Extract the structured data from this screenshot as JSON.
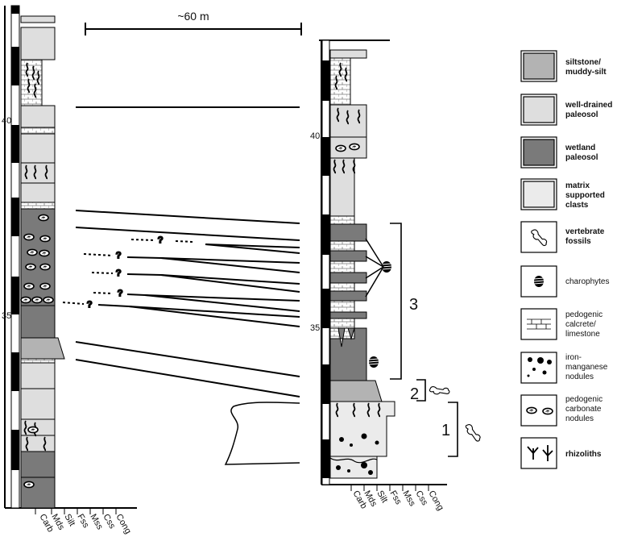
{
  "scale_bar": {
    "label": "~60 m"
  },
  "left_section": {
    "height_marks": [
      "40",
      "35"
    ],
    "grain_axis": [
      "Carb",
      "Mds",
      "Silt",
      "Fss",
      "Mss",
      "Css",
      "Cong"
    ]
  },
  "right_section": {
    "height_marks": [
      "40",
      "35"
    ],
    "grain_axis": [
      "Carb",
      "Mds",
      "Silt",
      "Fss",
      "Mss",
      "Css",
      "Cong"
    ],
    "units": [
      "3",
      "2",
      "1"
    ]
  },
  "correlation": {
    "uncertain_mark": "?"
  },
  "legend": {
    "items": [
      {
        "id": "siltstone",
        "lines": [
          "siltstone/",
          "muddy-silt"
        ],
        "bold": true,
        "color": "#b3b3b3"
      },
      {
        "id": "well-drained-paleosol",
        "lines": [
          "well-drained",
          "paleosol"
        ],
        "bold": true,
        "color": "#dedede"
      },
      {
        "id": "wetland-paleosol",
        "lines": [
          "wetland",
          "paleosol"
        ],
        "bold": true,
        "color": "#7a7a7a"
      },
      {
        "id": "matrix-supported-clasts",
        "lines": [
          "matrix",
          "supported",
          "clasts"
        ],
        "bold": true,
        "color": "#ebebeb"
      },
      {
        "id": "vertebrate-fossils",
        "lines": [
          "vertebrate",
          "fossils"
        ],
        "bold": true,
        "icon": "bone-icon"
      },
      {
        "id": "charophytes",
        "lines": [
          "charophytes"
        ],
        "bold": false,
        "icon": "charophyte-icon"
      },
      {
        "id": "calcrete",
        "lines": [
          "pedogenic",
          "calcrete/",
          "limestone"
        ],
        "bold": false,
        "icon": "calcrete-icon"
      },
      {
        "id": "iron-manganese",
        "lines": [
          "iron-",
          "manganese",
          "nodules"
        ],
        "bold": false,
        "icon": "nodules-icon"
      },
      {
        "id": "carbonate-nodules",
        "lines": [
          "pedogenic",
          "carbonate",
          "nodules"
        ],
        "bold": false,
        "icon": "carbonate-nodule-icon"
      },
      {
        "id": "rhizoliths",
        "lines": [
          "rhizoliths"
        ],
        "bold": true,
        "icon": "rhizolith-icon"
      }
    ]
  }
}
